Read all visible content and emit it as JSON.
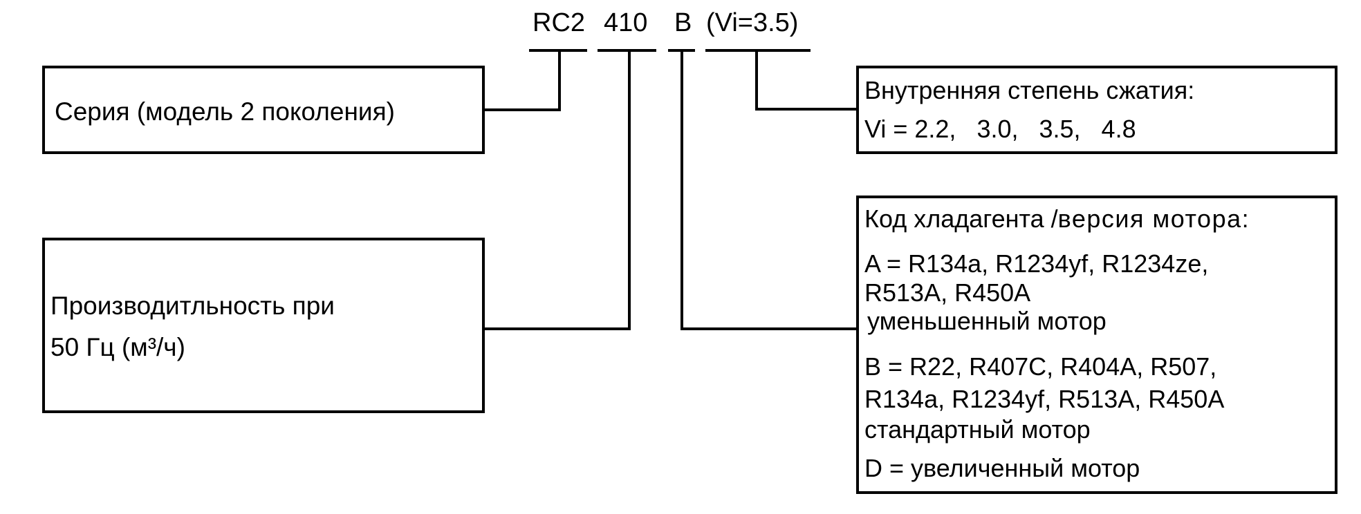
{
  "model_code": {
    "series": "RC2",
    "capacity": "410",
    "motor": "B",
    "vi": "(Vi=3.5)"
  },
  "boxes": {
    "series": {
      "text": "Серия (модель 2 поколения)"
    },
    "capacity": {
      "line1": "Производитльность при",
      "line2": "50 Гц (м³/ч)"
    },
    "vi": {
      "line1": "Внутренняя степень сжатия:",
      "line2": "Vi = 2.2,   3.0,   3.5,   4.8"
    },
    "refrigerant": {
      "title_a": "Код хладагента /",
      "title_b": "версия мотора:",
      "a_line1": "A = R134a, R1234yf, R1234ze,",
      "a_line2": "R513A, R450A",
      "a_line3": "уменьшенный мотор",
      "b_line1": "B = R22, R407C, R404A, R507,",
      "b_line2": "R134a, R1234yf, R513A, R450A",
      "b_line3": "стандартный мотор",
      "d_line1": "D = увеличенный мотор"
    }
  }
}
